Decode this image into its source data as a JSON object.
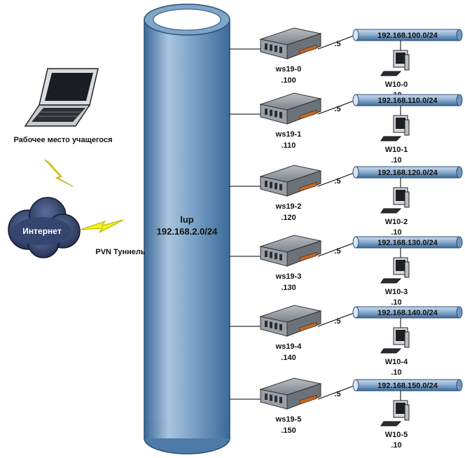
{
  "workstation": {
    "label": "Рабочее место учащегося",
    "icon": "laptop-icon"
  },
  "internet": {
    "label": "Интернет",
    "icon": "cloud-icon"
  },
  "tunnel": {
    "label": "PVN Туннель",
    "icon": "lightning-icon"
  },
  "backbone": {
    "name": "lup",
    "subnet": "192.168.2.0/24"
  },
  "branches": [
    {
      "server": "ws19-0",
      "server_ip": ".100",
      "router_ip": ".5",
      "network": "192.168.100.0/24",
      "client": "W10-0",
      "client_ip": ".10"
    },
    {
      "server": "ws19-1",
      "server_ip": ".110",
      "router_ip": ".5",
      "network": "192.168.110.0/24",
      "client": "W10-1",
      "client_ip": ".10"
    },
    {
      "server": "ws19-2",
      "server_ip": ".120",
      "router_ip": ".5",
      "network": "192.168.120.0/24",
      "client": "W10-2",
      "client_ip": ".10"
    },
    {
      "server": "ws19-3",
      "server_ip": ".130",
      "router_ip": ".5",
      "network": "192.168.130.0/24",
      "client": "W10-3",
      "client_ip": ".10"
    },
    {
      "server": "ws19-4",
      "server_ip": ".140",
      "router_ip": ".5",
      "network": "192.168.140.0/24",
      "client": "W10-4",
      "client_ip": ".10"
    },
    {
      "server": "ws19-5",
      "server_ip": ".150",
      "router_ip": ".5",
      "network": "192.168.150.0/24",
      "client": "W10-5",
      "client_ip": ".10"
    }
  ],
  "colors": {
    "pipe": "#7fa5c9",
    "pipe_dark": "#3d6a98",
    "pipe_light": "#c9dbec",
    "server_body": "#8a9098",
    "cloud": "#2f3f66",
    "lightning": "#f2f21a"
  }
}
